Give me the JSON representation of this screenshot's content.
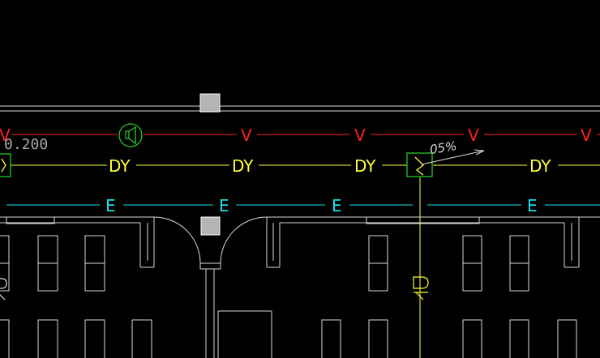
{
  "viewport": {
    "background": "#000000",
    "line_colors": {
      "v_line": "#ff2020",
      "dy_line": "#ffff3a",
      "e_line": "#18e0e8",
      "architecture": "#d9d9d9",
      "speaker": "#22cc22",
      "junction_box": "#22cc22"
    }
  },
  "pipelines": {
    "v_label": "V",
    "dy_label": "DY",
    "e_label": "E"
  },
  "annotations": {
    "elevation_text": "0.200",
    "slope_text": "05%"
  },
  "symbols": {
    "speaker": "speaker-icon",
    "junction_box": "junction-box-icon",
    "grip": "grip-handle-icon",
    "detector": "detector-icon"
  }
}
